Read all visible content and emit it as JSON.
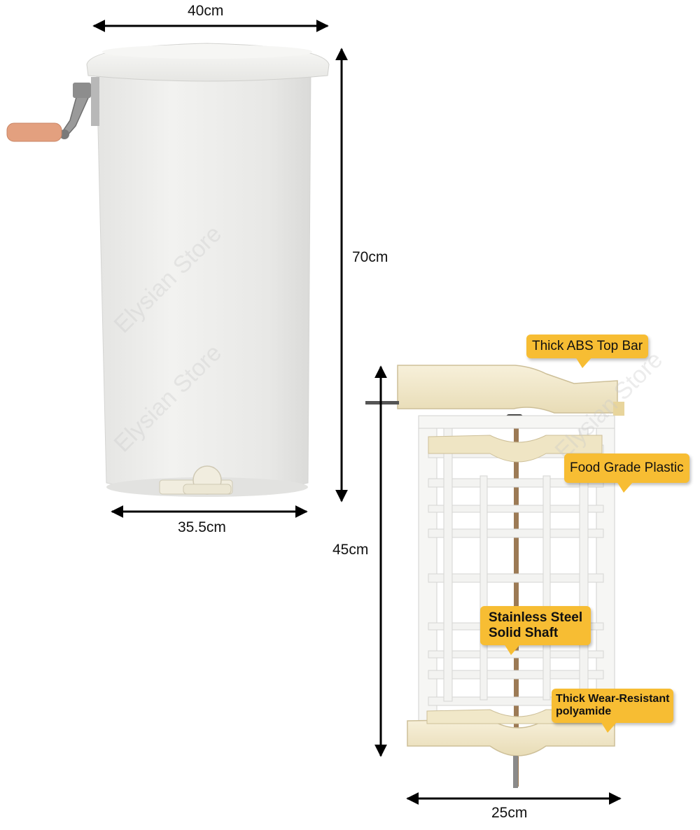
{
  "dimensions": {
    "bucket_width_top": "40cm",
    "bucket_height": "70cm",
    "bucket_width_bottom": "35.5cm",
    "frame_height": "45cm",
    "frame_width": "25cm"
  },
  "callouts": {
    "top_bar": "Thick ABS Top Bar",
    "plastic": "Food Grade Plastic",
    "shaft_line1": "Stainless Steel",
    "shaft_line2": "Solid Shaft",
    "polyamide_line1": "Thick Wear-Resistant",
    "polyamide_line2": "polyamide"
  },
  "watermark": "Elysian Store",
  "colors": {
    "callout": "#f7bd33",
    "bucket": "#ececec",
    "frame_white": "#f4f4f4",
    "frame_cream": "#f3ead0",
    "handle": "#e3a07f"
  }
}
